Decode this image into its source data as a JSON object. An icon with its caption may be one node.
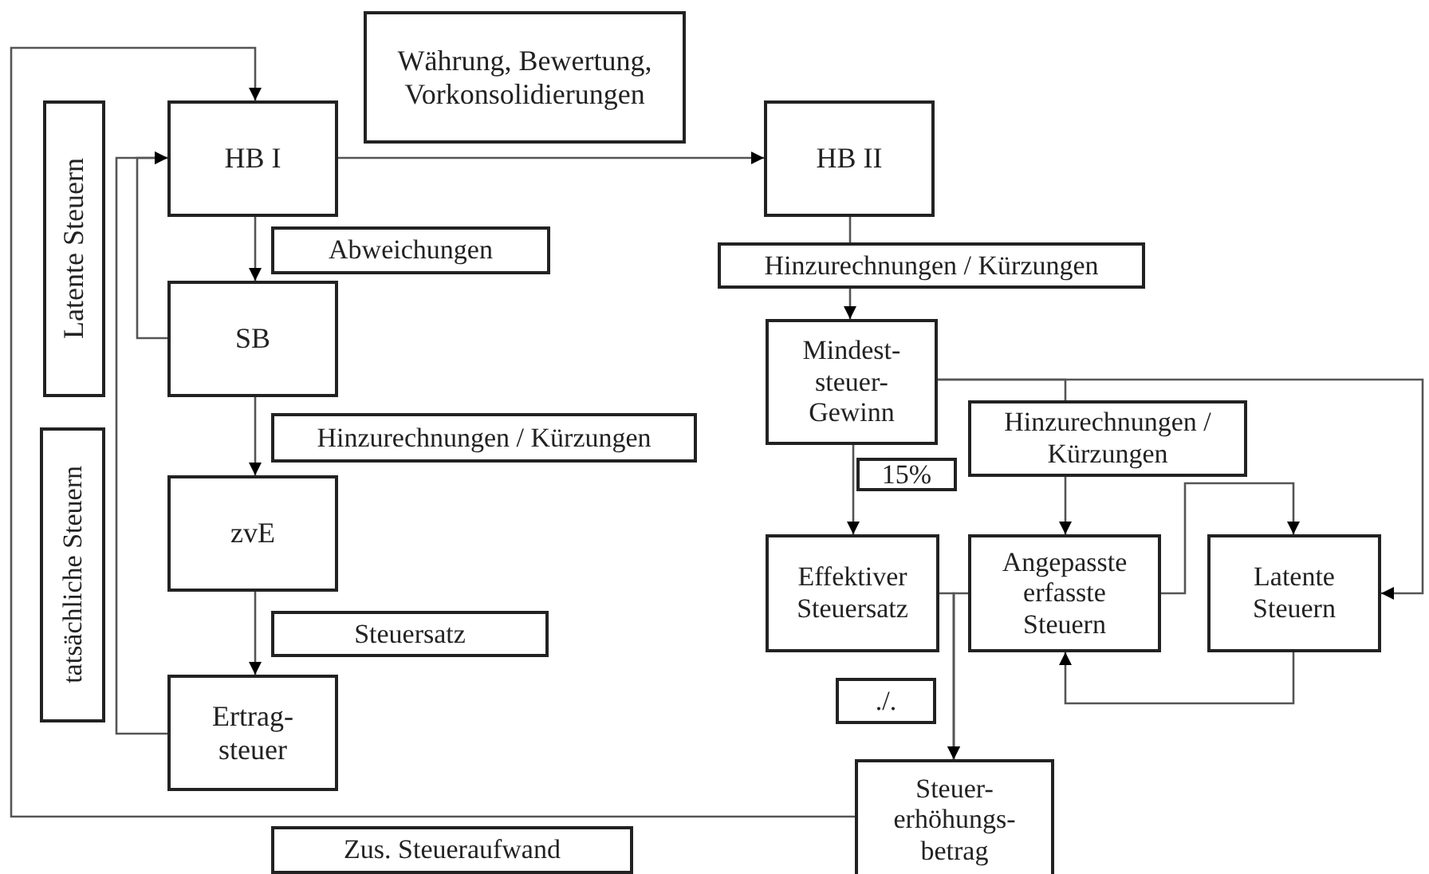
{
  "diagram": {
    "nodes": [
      {
        "text": [
          "Währung, Bewertung, Vorkonsolidierungen"
        ]
      },
      {
        "text": [
          "Latente Steuern"
        ]
      },
      {
        "text": [
          "HB  I"
        ]
      },
      {
        "text": [
          "HB  II"
        ]
      },
      {
        "text": [
          "Abweichungen"
        ]
      },
      {
        "text": [
          "SB"
        ]
      },
      {
        "text": [
          "Hinzurechnungen / Kürzungen"
        ]
      },
      {
        "text": [
          "Hinzurechnungen / Kürzungen"
        ]
      },
      {
        "text": [
          "Mindest- steuer- Gewinn"
        ]
      },
      {
        "text": [
          "tatsächliche Steuern"
        ]
      },
      {
        "text": [
          "zvE"
        ]
      },
      {
        "text": [
          "Hinzurechnungen / Kürzungen"
        ]
      },
      {
        "text": [
          "15%"
        ]
      },
      {
        "text": [
          "Effektiver Steuersatz"
        ]
      },
      {
        "text": [
          "Angepasste erfasste Steuern"
        ]
      },
      {
        "text": [
          "Latente Steuern"
        ]
      },
      {
        "text": [
          "Steuersatz"
        ]
      },
      {
        "text": [
          "./."
        ]
      },
      {
        "text": [
          "Ertrag- steuer"
        ]
      },
      {
        "text": [
          "Steuer- erhöhungs- betrag"
        ]
      },
      {
        "text": [
          "Zus. Steueraufwand"
        ]
      }
    ],
    "edges": [
      {
        "from": 19,
        "to": 2,
        "arrow": "to"
      },
      {
        "from": 2,
        "to": 3,
        "arrow": "to"
      },
      {
        "from": 2,
        "to": 5,
        "arrow": "to"
      },
      {
        "from": 5,
        "to": 2,
        "arrow": "to"
      },
      {
        "from": 18,
        "to": 2,
        "arrow": "to"
      },
      {
        "from": 5,
        "to": 10,
        "arrow": "to"
      },
      {
        "from": 10,
        "to": 18,
        "arrow": "to"
      },
      {
        "from": 3,
        "to": 7,
        "arrow": "none"
      },
      {
        "from": 7,
        "to": 8,
        "arrow": "to"
      },
      {
        "from": 8,
        "to": 13,
        "arrow": "to"
      },
      {
        "from": 8,
        "to": 15,
        "arrow": "to"
      },
      {
        "from": 8,
        "to": 11,
        "arrow": "none"
      },
      {
        "from": 11,
        "to": 14,
        "arrow": "to"
      },
      {
        "from": 14,
        "to": 15,
        "arrow": "to"
      },
      {
        "from": 15,
        "to": 14,
        "arrow": "to"
      },
      {
        "from": 13,
        "to": 19,
        "arrow": "to"
      },
      {
        "from": 14,
        "to": 19,
        "arrow": "to"
      }
    ]
  }
}
